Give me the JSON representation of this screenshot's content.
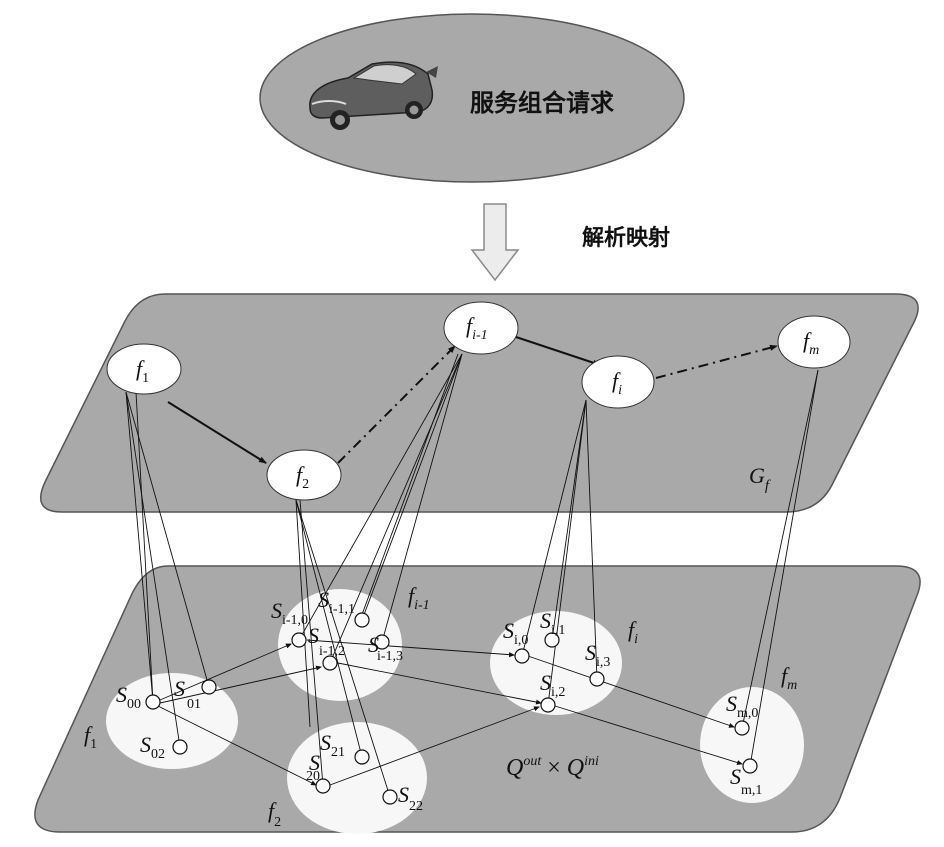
{
  "request": {
    "title": "服务组合请求"
  },
  "mapping": {
    "label": "解析映射"
  },
  "function_graph": {
    "name": "G",
    "name_sub": "f",
    "nodes": [
      {
        "id": "f1",
        "base": "f",
        "sub": "1"
      },
      {
        "id": "f2",
        "base": "f",
        "sub": "2"
      },
      {
        "id": "fi-1",
        "base": "f",
        "sub": "i-1"
      },
      {
        "id": "fi",
        "base": "f",
        "sub": "i"
      },
      {
        "id": "fm",
        "base": "f",
        "sub": "m"
      }
    ]
  },
  "service_layer": {
    "group_labels": [
      {
        "id": "g-f1",
        "base": "f",
        "sub": "1"
      },
      {
        "id": "g-f2",
        "base": "f",
        "sub": "2"
      },
      {
        "id": "g-fi-1",
        "base": "f",
        "sub": "i-1"
      },
      {
        "id": "g-fi",
        "base": "f",
        "sub": "i"
      },
      {
        "id": "g-fm",
        "base": "f",
        "sub": "m"
      }
    ],
    "services": [
      {
        "id": "S00",
        "base": "S",
        "sub": "00"
      },
      {
        "id": "S01",
        "base": "S",
        "sub": "01"
      },
      {
        "id": "S02",
        "base": "S",
        "sub": "02"
      },
      {
        "id": "S20",
        "base": "S",
        "sub": "20"
      },
      {
        "id": "S21",
        "base": "S",
        "sub": "21"
      },
      {
        "id": "S22",
        "base": "S",
        "sub": "22"
      },
      {
        "id": "Si-1,0",
        "base": "S",
        "sub": "i-1,0"
      },
      {
        "id": "Si-1,1",
        "base": "S",
        "sub": "i-1,1"
      },
      {
        "id": "Si-1,2",
        "base": "S",
        "sub": "i-1,2"
      },
      {
        "id": "Si-1,3",
        "base": "S",
        "sub": "i-1,3"
      },
      {
        "id": "Si,0",
        "base": "S",
        "sub": "i,0"
      },
      {
        "id": "Si,1",
        "base": "S",
        "sub": "i,1"
      },
      {
        "id": "Si,2",
        "base": "S",
        "sub": "i,2"
      },
      {
        "id": "Si,3",
        "base": "S",
        "sub": "i,3"
      },
      {
        "id": "Sm,0",
        "base": "S",
        "sub": "m,0"
      },
      {
        "id": "Sm,1",
        "base": "S",
        "sub": "m,1"
      }
    ],
    "formula": {
      "a": "Q",
      "a_sup": "out",
      "op": "×",
      "b": "Q",
      "b_sup": "ini"
    }
  },
  "colors": {
    "plane": "#a9a9a9",
    "ellipse": "#f7f7f7",
    "line": "#111111",
    "arrow_fill": "#ececec"
  }
}
